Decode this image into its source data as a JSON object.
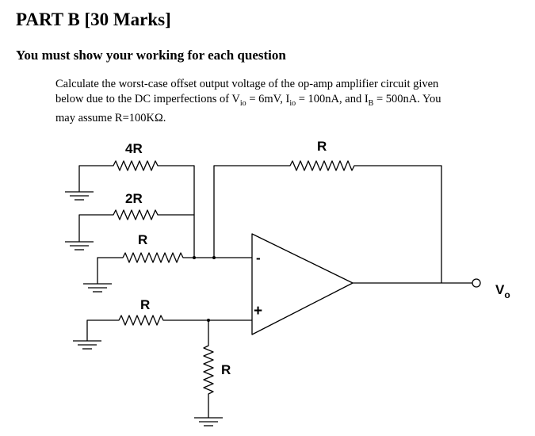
{
  "heading": "PART B [30 Marks]",
  "subheading": "You must show your working for each question",
  "question": {
    "line1": "Calculate the worst-case offset output voltage of the op-amp amplifier circuit given",
    "line2_a": "below due to the DC imperfections of V",
    "vio_sub": "io",
    "line2_b": " = 6mV, I",
    "iio_sub": "io",
    "line2_c": " = 100nA, and I",
    "ib_sub": "B",
    "line2_d": " = 500nA. You",
    "line3": "may assume R=100KΩ."
  },
  "circuit": {
    "r_input1": "4R",
    "r_input2": "2R",
    "r_input3": "R",
    "r_noninv": "R",
    "r_ground": "R",
    "r_feedback": "R",
    "opamp_minus": "-",
    "opamp_plus": "+",
    "output_label": "V",
    "output_sub": "o"
  }
}
